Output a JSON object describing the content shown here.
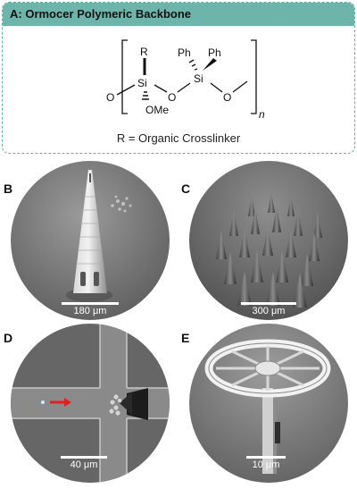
{
  "panel_a": {
    "header": "A: Ormocer Polymeric Backbone",
    "atoms": {
      "r": "R",
      "si1": "Si",
      "si2": "Si",
      "o_left": "O",
      "o_bridge": "O",
      "o_right": "O",
      "ome": "OMe",
      "ph1": "Ph",
      "ph2": "Ph",
      "n": "n"
    },
    "r_definition": "R = Organic Crosslinker"
  },
  "panels": [
    {
      "letter": "B",
      "scale": "180 μm"
    },
    {
      "letter": "C",
      "scale": "300 μm"
    },
    {
      "letter": "D",
      "scale": "40 μm"
    },
    {
      "letter": "E",
      "scale": "10 μm"
    }
  ]
}
